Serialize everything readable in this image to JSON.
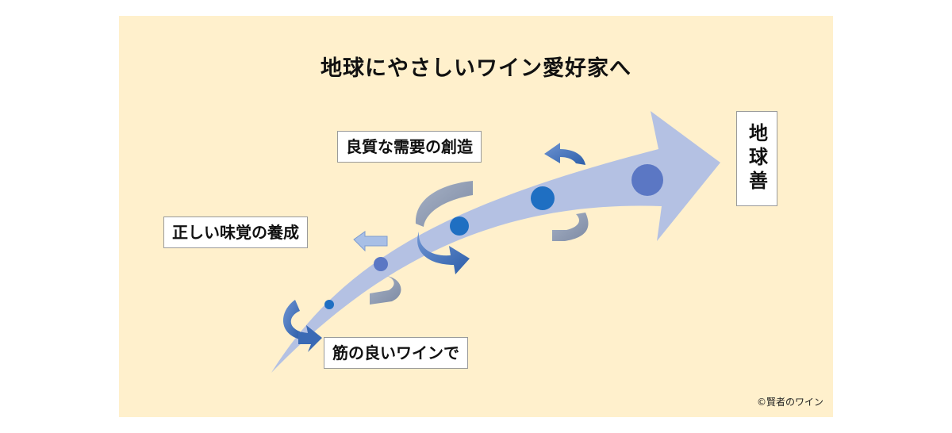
{
  "title": "地球にやさしいワイン愛好家へ",
  "steps": [
    {
      "label": "筋の良いワインで"
    },
    {
      "label": "正しい味覚の養成"
    },
    {
      "label": "良質な需要の創造"
    }
  ],
  "goal": "地球善",
  "copyright": "©賢者のワイン",
  "colors": {
    "background": "#fff0cc",
    "main_arrow": "#b4c1e3",
    "dot": "#1f6fc2",
    "dot_large": "#5b77c4",
    "cycle_arrow": "#4473b8",
    "cycle_arrow_gray": "#8e9cb5"
  }
}
